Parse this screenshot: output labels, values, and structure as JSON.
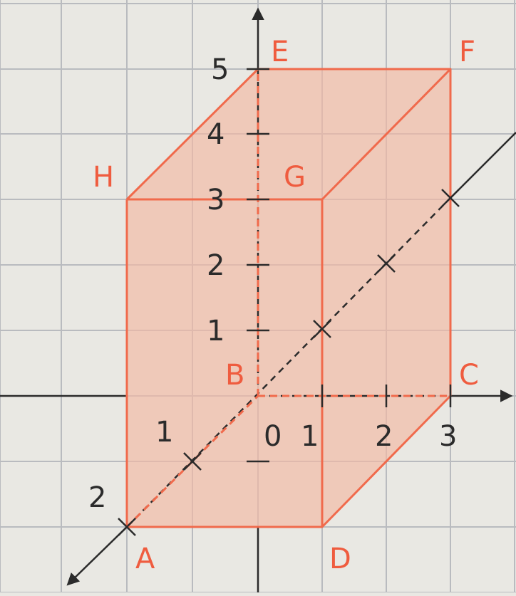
{
  "colors": {
    "paper": "#e9e8e3",
    "grid": "#b9bbbf",
    "axis": "#2b2b2b",
    "box": "#f06a4c",
    "face": "#f2b9a3",
    "vertex_label": "#ef5c3f",
    "tick_label": "#2b2b2b"
  },
  "vertices": {
    "A": "A",
    "B": "B",
    "C": "C",
    "D": "D",
    "E": "E",
    "F": "F",
    "G": "G",
    "H": "H"
  },
  "ticks": {
    "origin": "0",
    "x": [
      "1",
      "2",
      "3"
    ],
    "y": [
      "1",
      "2"
    ],
    "z": [
      "1",
      "2",
      "3",
      "4",
      "5"
    ]
  }
}
